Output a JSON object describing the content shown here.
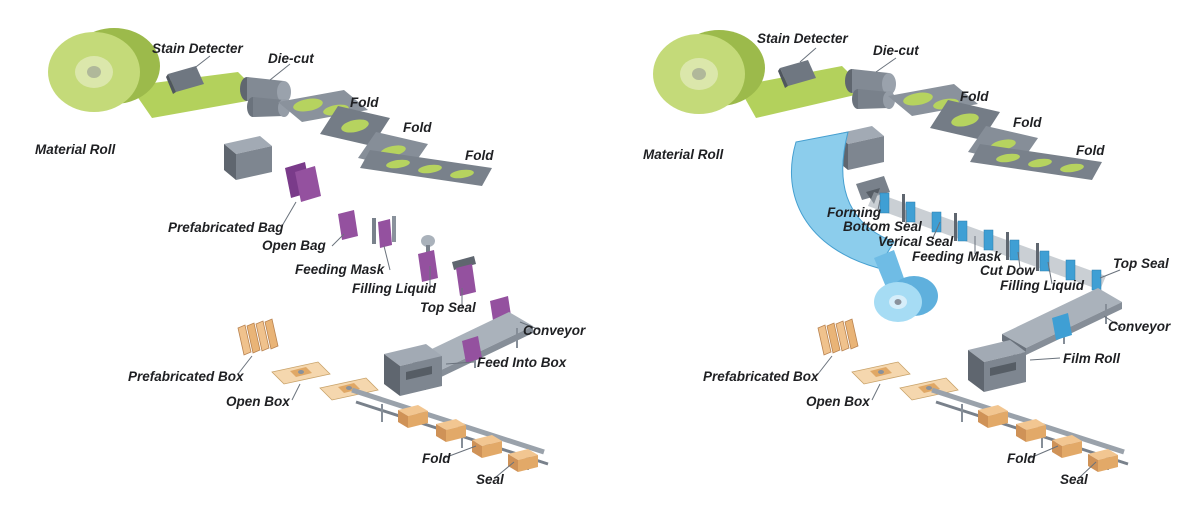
{
  "left": {
    "labels": {
      "stain_detecter": "Stain Detecter",
      "die_cut": "Die-cut",
      "material_roll": "Material Roll",
      "fold_1": "Fold",
      "fold_2": "Fold",
      "fold_3": "Fold",
      "prefabricated_bag": "Prefabricated Bag",
      "open_bag": "Open Bag",
      "feeding_mask": "Feeding Mask",
      "filling_liquid": "Filling Liquid",
      "top_seal": "Top Seal",
      "conveyor": "Conveyor",
      "feed_into_box": "Feed Into Box",
      "prefabricated_box": "Prefabricated Box",
      "open_box": "Open Box",
      "fold_4": "Fold",
      "seal": "Seal"
    }
  },
  "right": {
    "labels": {
      "stain_detecter": "Stain Detecter",
      "die_cut": "Die-cut",
      "material_roll": "Material Roll",
      "fold_1": "Fold",
      "fold_2": "Fold",
      "fold_3": "Fold",
      "forming": "Forming",
      "bottom_seal": "Bottom Seal",
      "verical_seal": "Verical Seal",
      "feeding_mask": "Feeding Mask",
      "cut_dow": "Cut Dow",
      "filling_liquid": "Filling Liquid",
      "top_seal": "Top Seal",
      "conveyor": "Conveyor",
      "film_roll": "Film Roll",
      "prefabricated_box": "Prefabricated Box",
      "open_box": "Open Box",
      "fold_4": "Fold",
      "seal": "Seal"
    }
  },
  "colors": {
    "roll_green": "#c4da79",
    "web_green": "#b6d35f",
    "machine_gray": "#828a94",
    "bag_purple": "#94519f",
    "film_blue": "#8ccdec",
    "pouch_blue": "#3f9fd4",
    "box_orange": "#f2c691",
    "label_text": "#1f2023",
    "background": "#ffffff"
  }
}
